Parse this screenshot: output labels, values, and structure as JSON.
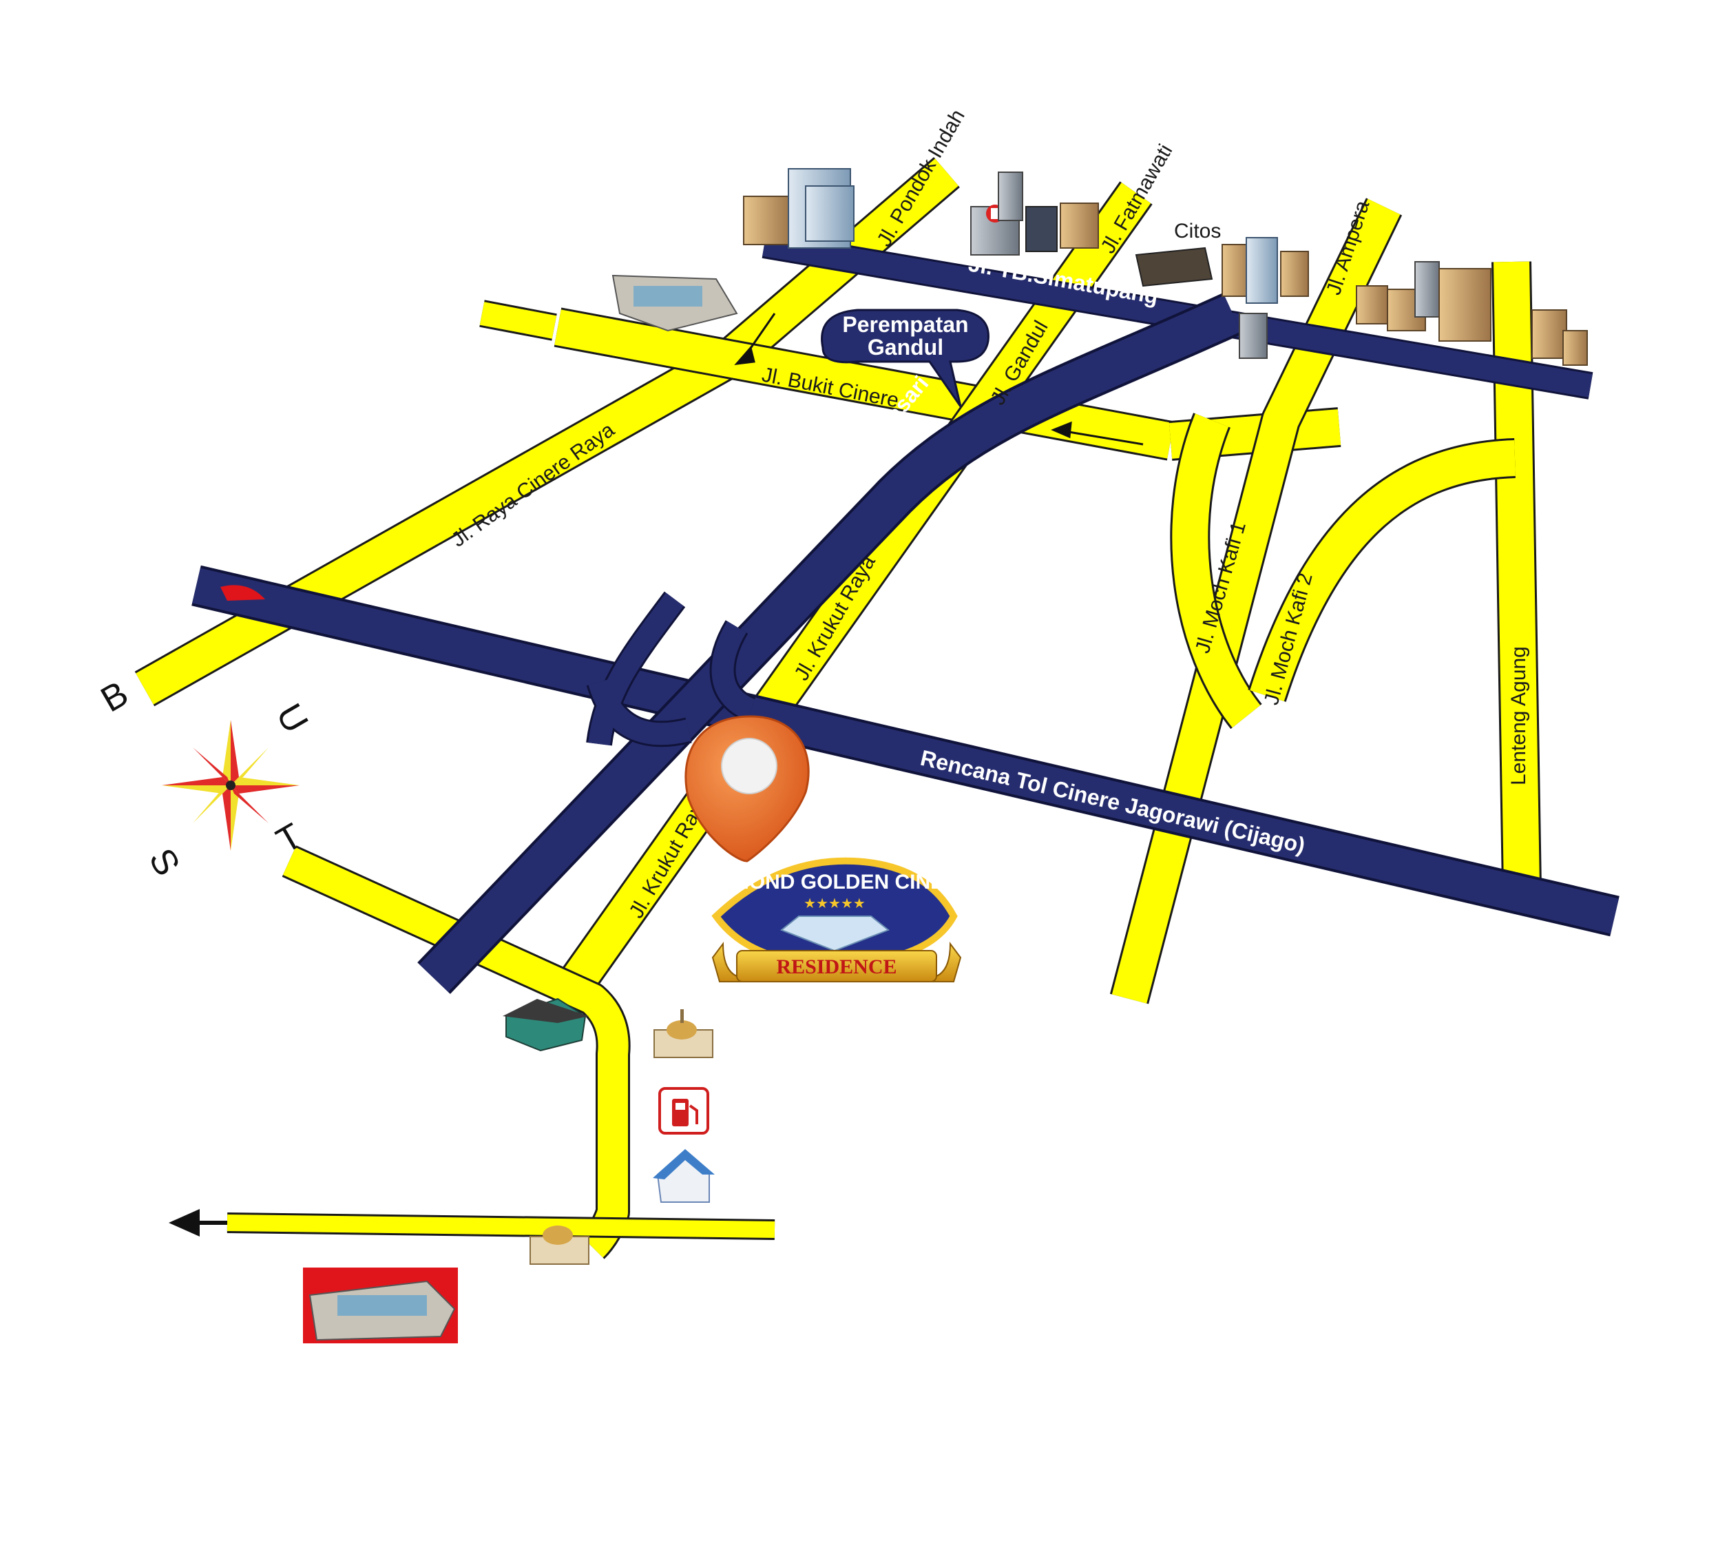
{
  "map": {
    "roads": {
      "pondok_indah": "Jl. Pondok Indah",
      "fatmawati": "Jl. Fatmawati",
      "tb_simatupang": "Jl. TB.Simatupang",
      "ampera": "Jl. Ampera",
      "bukit_cinere": "Jl. Bukit Cinere",
      "gandul": "Jl. Gandul",
      "raya_cinere_raya": "Jl. Raya Cinere Raya",
      "tol_depok_antasari": "Rencana Tol Depok-antasari",
      "krukut_raya_upper": "Jl. Krukut Raya",
      "krukut_raya_lower": "Jl. Krukut Raya",
      "moch_kafi_1": "Jl. Moch Kafi 1",
      "moch_kafi_2": "Jl. Moch Kafi 2",
      "lenteng_agung": "Lenteng Agung",
      "tol_cinere_jagorawi": "Rencana Tol Cinere Jagorawi (Cijago)"
    },
    "places": {
      "citos": "Citos",
      "perempatan_gandul": [
        "Perempatan",
        "Gandul"
      ]
    },
    "compass": {
      "north": "U",
      "south": "S",
      "east": "T",
      "west": "B"
    },
    "logo": {
      "name": "DIAMOND GOLDEN CINERE",
      "subtitle": "RESIDENCE",
      "stars": "★★★★★"
    },
    "colors": {
      "street": "#ffff00",
      "street_edge": "#1a1a1a",
      "toll": "#262d6e",
      "pin": "#f0712a",
      "callout": "#262d6e",
      "logo_gold": "#f6c62b",
      "logo_blue": "#243089",
      "red_marker": "#e0141b"
    },
    "icons": [
      "office-buildings-icon",
      "hospital-building-icon",
      "mall-icon",
      "location-pin-icon",
      "house-icon",
      "mosque-icon",
      "gas-station-icon",
      "home-icon",
      "compass-rose-icon",
      "arrow-left-icon"
    ]
  }
}
